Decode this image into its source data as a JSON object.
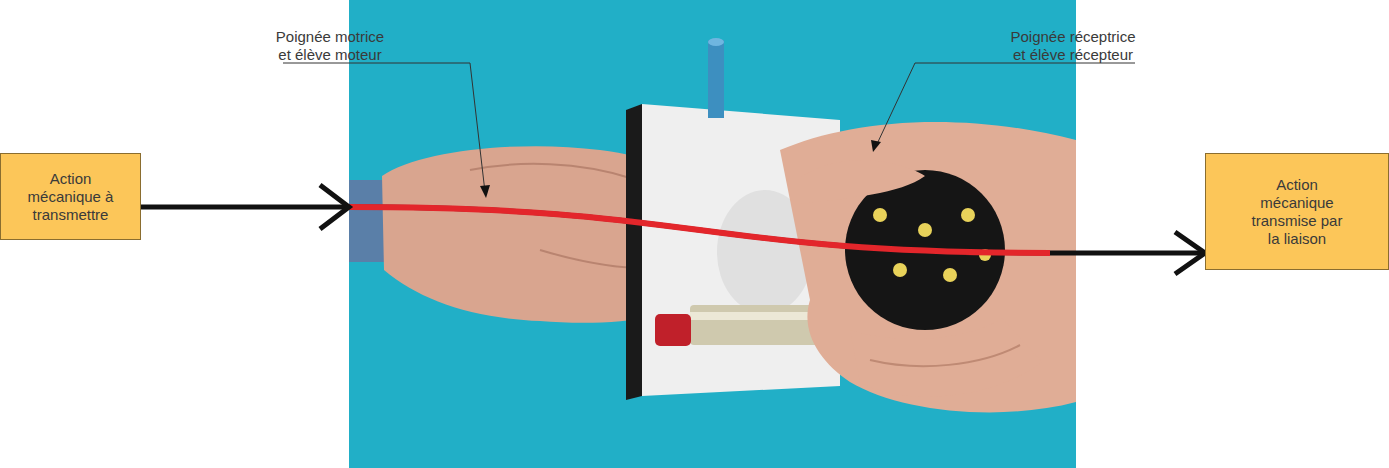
{
  "diagram": {
    "nodes": [
      {
        "text": [
          "Action mécanique à transmettre"
        ]
      },
      {
        "text": [
          "Action mécanique transmise par la liaison"
        ]
      }
    ],
    "edges": [
      {
        "from": 0,
        "to": 1,
        "arrow": "to"
      }
    ],
    "labels": [
      "Poignée motrice et élève moteur",
      "Poignée réceptrice et élève récepteur"
    ]
  }
}
